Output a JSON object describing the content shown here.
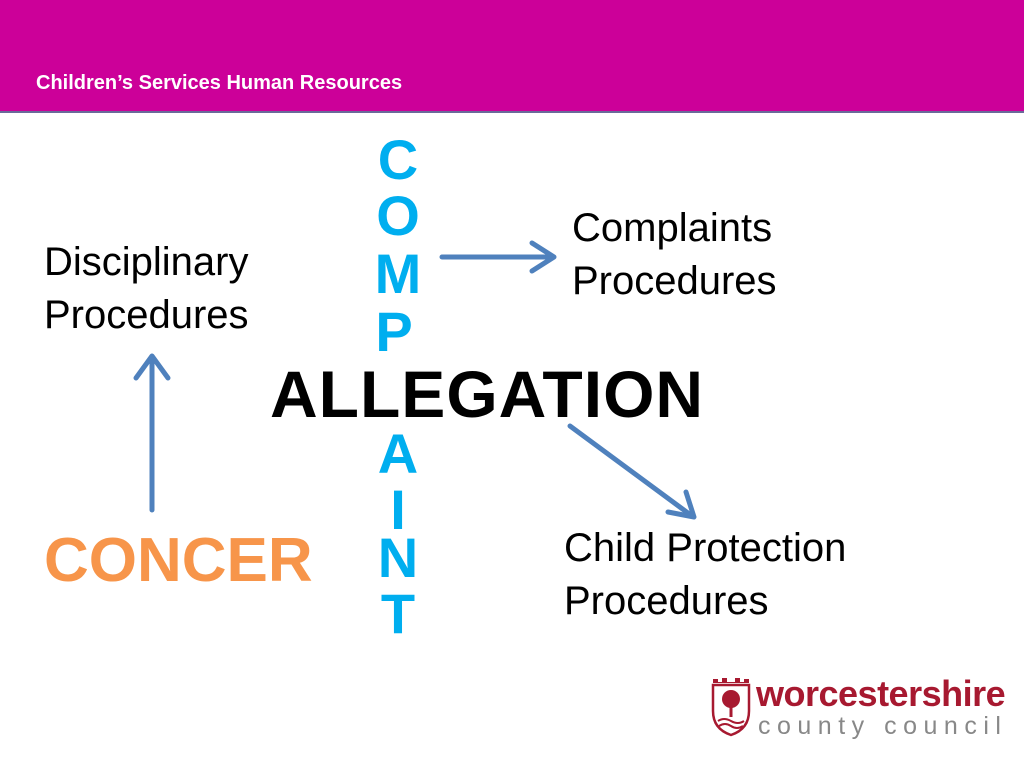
{
  "header": {
    "title": "Children’s Services Human Resources"
  },
  "disciplinary": {
    "line1": "Disciplinary",
    "line2": "Procedures"
  },
  "complaints": {
    "line1": "Complaints",
    "line2": "Procedures"
  },
  "child_protection": {
    "line1": "Child Protection",
    "line2": "Procedures"
  },
  "allegation": "ALLEGATION",
  "concern": "CONCER",
  "complaint_letters": [
    "C",
    "O",
    "M",
    "P",
    "A",
    "I",
    "N",
    "T"
  ],
  "logo": {
    "name": "worcestershire",
    "sub": "county council"
  },
  "colors": {
    "header_bg": "#cc0099",
    "complaint_letters": "#00aeef",
    "concern": "#f7954a",
    "arrows": "#4f81bd",
    "logo_brand": "#a71930"
  }
}
